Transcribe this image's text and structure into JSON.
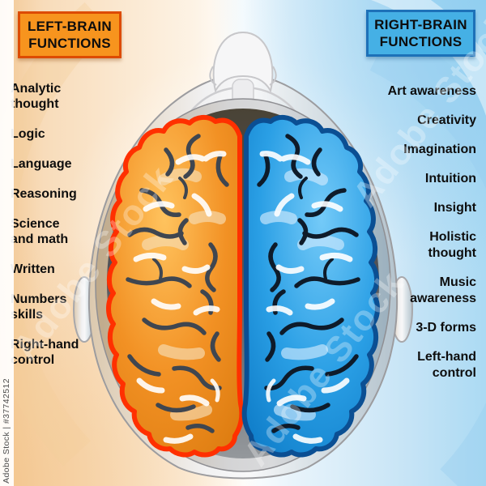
{
  "left_panel": {
    "title_line1": "LEFT-BRAIN",
    "title_line2": "FUNCTIONS",
    "box_fill": "#f7941e",
    "box_border": "#dd4b00",
    "items": [
      "Analytic\nthought",
      "Logic",
      "Language",
      "Reasoning",
      "Science\nand math",
      "Written",
      "Numbers\nskills",
      "Right-hand\ncontrol"
    ]
  },
  "right_panel": {
    "title_line1": "RIGHT-BRAIN",
    "title_line2": "FUNCTIONS",
    "box_fill": "#45b0e5",
    "box_border": "#1d71b8",
    "items": [
      "Art awareness",
      "Creativity",
      "Imagination",
      "Intuition",
      "Insight",
      "Holistic\nthought",
      "Music\nawareness",
      "3-D forms",
      "Left-hand\ncontrol"
    ]
  },
  "illustration": {
    "subject": "human brain top view inside head",
    "left_hemisphere_color": "#f29124",
    "left_rim_color": "#ff3000",
    "right_hemisphere_color": "#2a9fe5",
    "right_rim_color": "#0b4f93",
    "background_left": "#f8dcba",
    "background_right": "#abdaf3"
  },
  "watermark": {
    "bar_text": "Adobe Stock | #37742512",
    "diagonal_text": "Adobe Stock"
  }
}
